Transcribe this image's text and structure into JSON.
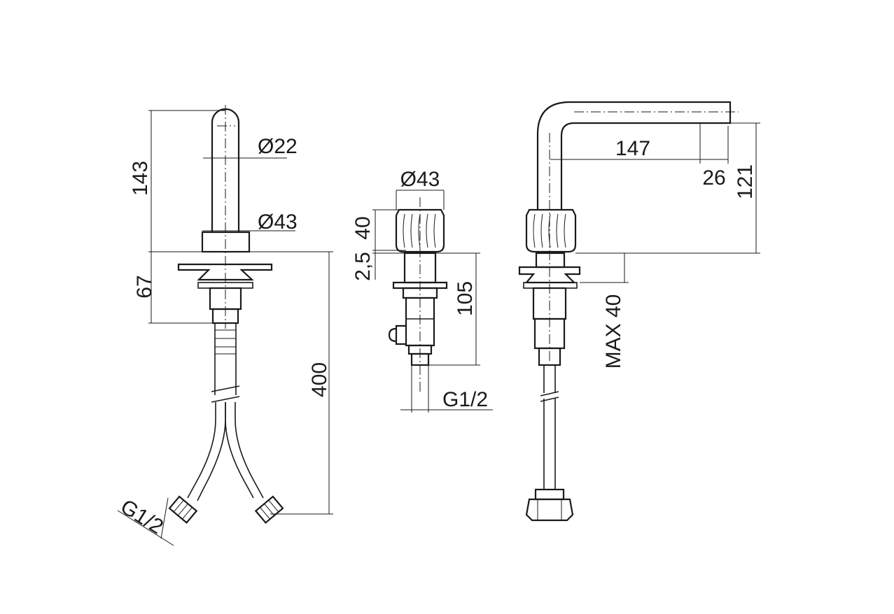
{
  "labels": {
    "spout_height": "143",
    "spout_diameter": "Ø22",
    "base_diameter": "Ø43",
    "shank_length": "67",
    "hose_length": "400",
    "hose_thread_left": "G1/2",
    "handle_diameter": "Ø43",
    "handle_height": "40",
    "rosette_thickness": "2,5",
    "valve_body_length": "105",
    "valve_thread": "G1/2",
    "spout_reach": "147",
    "outlet_drop": "26",
    "outlet_height": "121",
    "max_deck_thickness": "MAX 40"
  },
  "colors": {
    "line": "#1a1a1a",
    "background": "#ffffff"
  }
}
